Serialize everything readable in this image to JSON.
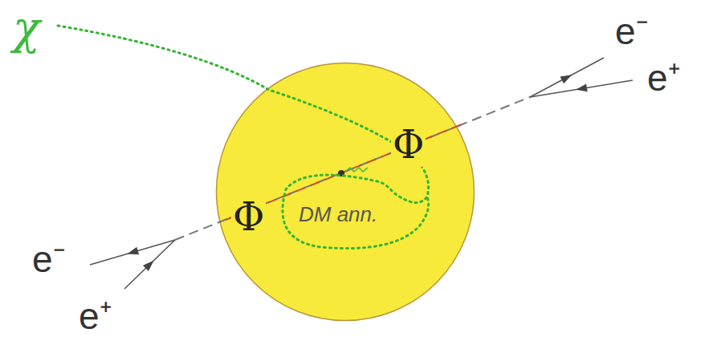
{
  "diagram": {
    "nodes": [
      {
        "text": [
          "DM ann."
        ]
      }
    ],
    "labels": [
      "χ",
      "e⁻",
      "e⁺",
      "Φ",
      "Φ",
      "e⁻",
      "e⁺"
    ]
  }
}
